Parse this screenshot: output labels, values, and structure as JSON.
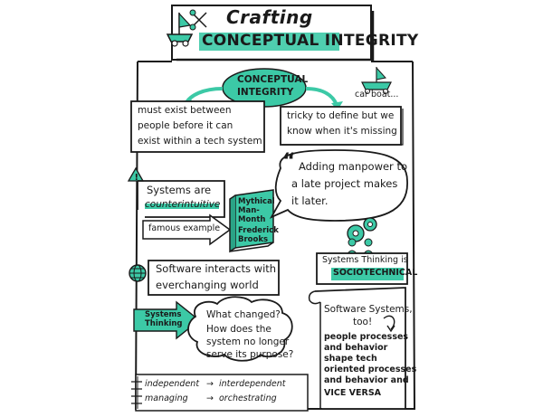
{
  "title": {
    "line1": "Crafting",
    "line2": "CONCEPTUAL INTEGRITY"
  },
  "center_bubble": {
    "line1": "CONCEPTUAL",
    "line2": "INTEGRITY"
  },
  "car_boat": "car boat...",
  "left_box": {
    "line1": "must exist between",
    "line2": "people before it can",
    "line3": "exist within a tech system"
  },
  "right_box": {
    "line1": "tricky to define but we",
    "line2": "know when it's missing"
  },
  "counterintuitive": {
    "line1": "Systems are",
    "line2": "counterintuitive",
    "arrow_label": "famous example"
  },
  "book": {
    "line1": "Mythical",
    "line2": "Man-",
    "line3": "Month",
    "line4": "Frederick",
    "line5": "Brooks"
  },
  "quote": {
    "mark": "“",
    "line1": "Adding manpower to",
    "line2": "a late project makes",
    "line3": "it later."
  },
  "sociotechnical": {
    "line1": "Systems Thinking is",
    "highlight": "SOCIOTECHNICAL"
  },
  "software_box": {
    "line1": "Software interacts with",
    "line2": "everchanging world"
  },
  "systems_thinking_arrow": {
    "line1": "Systems",
    "line2": "Thinking"
  },
  "question_cloud": {
    "line1": "What changed?",
    "line2": "How does the",
    "line3": "system no longer",
    "line4": "serve its purpose?"
  },
  "scroll": {
    "line1": "Software Systems,",
    "line2": "too!",
    "line3": "people processes",
    "line4": "and behavior",
    "line5": "shape tech",
    "line6": "oriented processes",
    "line7": "and behavior and",
    "line8": "VICE VERSA"
  },
  "bottom_note": {
    "row1_left": "independent",
    "row1_right": "interdependent",
    "row2_left": "managing",
    "row2_right": "orchestrating",
    "arrow": "→"
  },
  "colors": {
    "teal": "#3cc9a6",
    "ink": "#1a1a1a"
  }
}
